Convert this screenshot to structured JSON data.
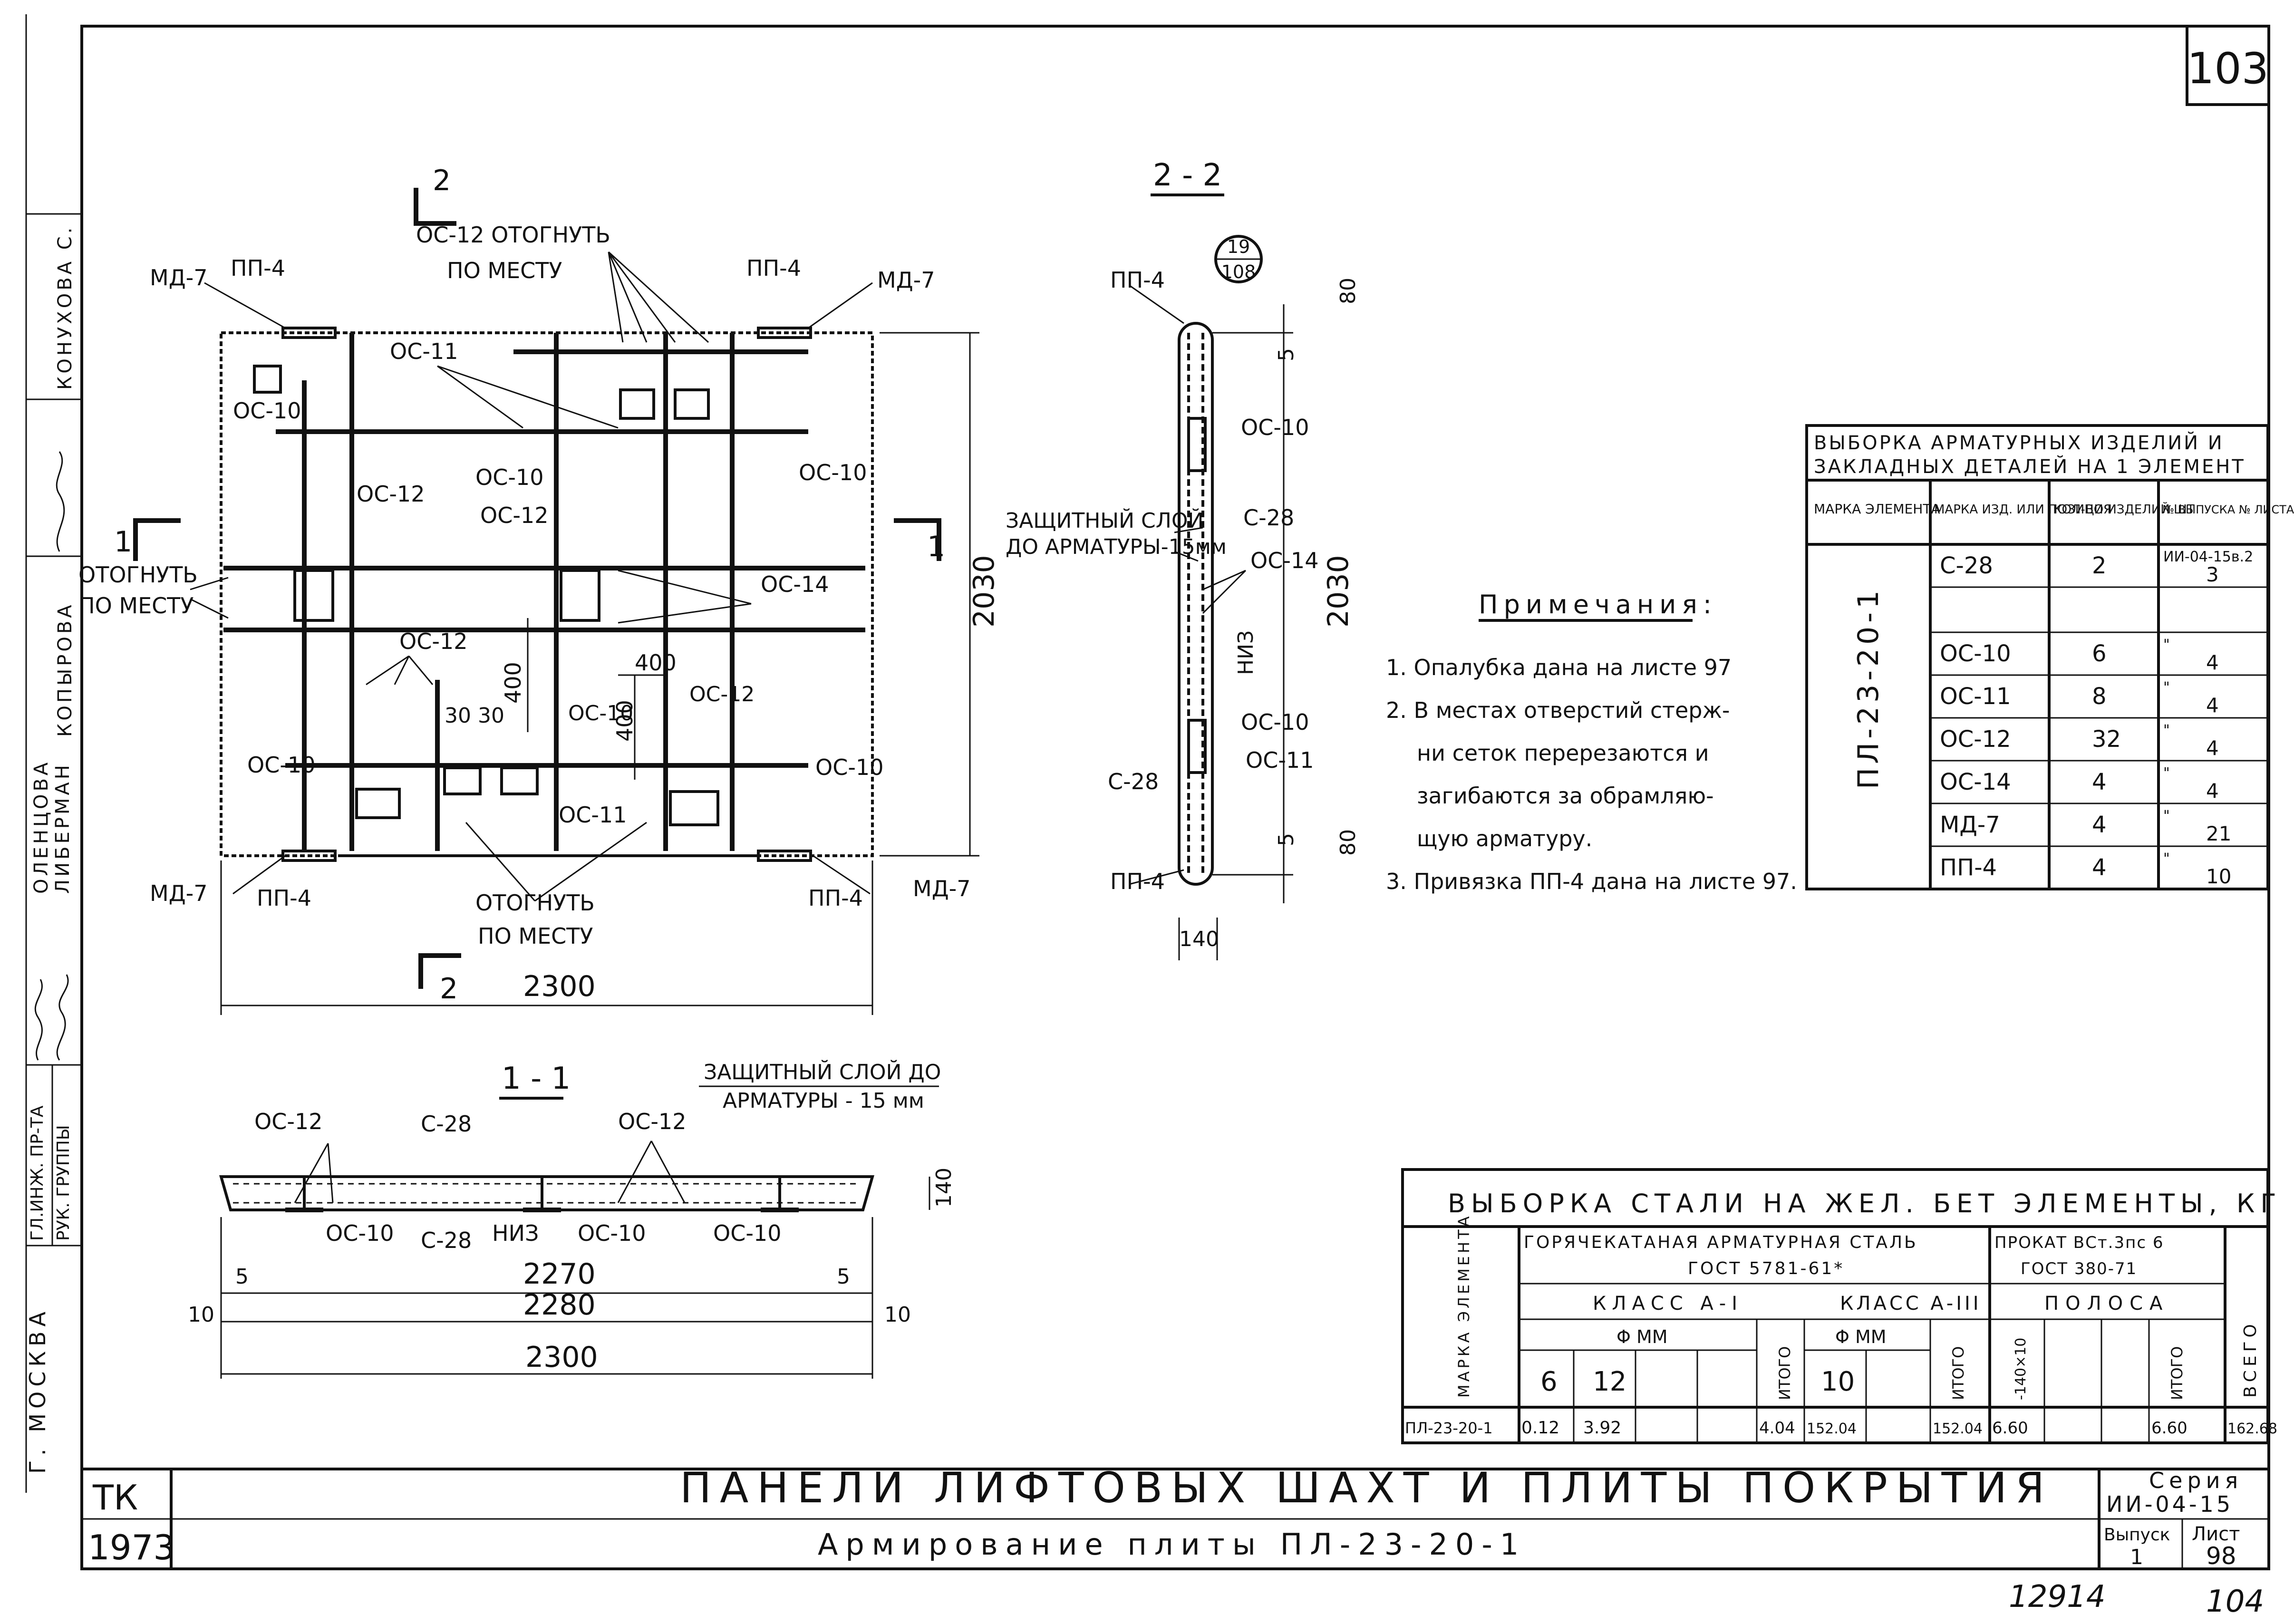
{
  "sheet": {
    "page_number_top": "103",
    "handwritten_bottom_number": "12914",
    "handwritten_bottom_page": "104"
  },
  "left_stamp": {
    "city": "Г. МОСКВА",
    "role_1": "ГЛ.ИНЖ. ПР-ТА",
    "role_2": "РУК. ГРУППЫ",
    "name_1": "ЛИБЕРМАН",
    "name_2": "ОЛЕНЦОВА",
    "name_3": "КОПЫРОВА",
    "name_4": "КОНУХОВА С."
  },
  "plan": {
    "section_mark_top": "2",
    "section_mark_bottom": "2",
    "section_mark_left": "1",
    "section_mark_right": "1",
    "labels": {
      "md7_tl": "МД-7",
      "pp4_tl": "ПП-4",
      "pp4_tr": "ПП-4",
      "md7_tr": "МД-7",
      "oc12_bend": "ОС-12 ОТОГНУТЬ",
      "po_mestu_top": "ПО МЕСТУ",
      "oc11_top": "ОС-11",
      "oc10_l": "ОС-10",
      "oc10_mid": "ОС-10",
      "oc10_r": "ОС-10",
      "oc12_l": "ОС-12",
      "oc12_mid": "ОС-12",
      "bend_left": "ОТОГНУТЬ",
      "bend_left_2": "ПО МЕСТУ",
      "oc14": "ОС-14",
      "oc12_low": "ОС-12",
      "d400a": "400",
      "d400b": "400",
      "d400c": "400",
      "d30": "30 30",
      "oc10_low_l": "ОС-10",
      "oc10_low_mid": "ОС-10",
      "oc11_low": "ОС-11",
      "oc12_low_r": "ОС-12",
      "oc10_low_r": "ОС-10",
      "md7_bl": "МД-7",
      "pp4_bl": "ПП-4",
      "bend_bottom": "ОТОГНУТЬ",
      "po_mestu_bottom": "ПО МЕСТУ",
      "pp4_br": "ПП-4",
      "md7_br": "МД-7",
      "dim_2030": "2030",
      "dim_2300": "2300"
    }
  },
  "section_22": {
    "title": "2 - 2",
    "circle_top": "19",
    "circle_bottom": "108",
    "labels": {
      "pp4_top": "ПП-4",
      "dim80_top": "80",
      "dim5_top": "5",
      "oc10_a": "ОС-10",
      "cover": "ЗАЩИТНЫЙ СЛОЙ",
      "cover_2": "ДО АРМАТУРЫ-15мм",
      "c28": "С-28",
      "oc14": "ОС-14",
      "niz": "НИЗ",
      "dim_2030": "2030",
      "oc10_b": "ОС-10",
      "oc11": "ОС-11",
      "c28_l": "С-28",
      "dim5_bot": "5",
      "dim80_bot": "80",
      "pp4_bot": "ПП-4",
      "dim140": "140"
    }
  },
  "section_11": {
    "title": "1 - 1",
    "cover": "ЗАЩИТНЫЙ СЛОЙ ДО",
    "cover_2": "АРМАТУРЫ - 15 мм",
    "labels": {
      "oc12_l": "ОС-12",
      "c28": "С-28",
      "oc12_r": "ОС-12",
      "dim140": "140",
      "oc10_l": "ОС-10",
      "c28_b": "С-28",
      "niz": "НИЗ",
      "oc10_m": "ОС-10",
      "oc10_r": "ОС-10",
      "d5l": "5",
      "d2270": "2270",
      "d5r": "5",
      "d10l": "10",
      "d2280": "2280",
      "d10r": "10",
      "d2300": "2300"
    }
  },
  "notes": {
    "title": "Примечания:",
    "items": [
      "1. Опалубка дана на листе 97",
      "2. В местах отверстий стерж-",
      "ни сеток перерезаются и",
      "загибаются за обрамляю-",
      "щую арматуру.",
      "3. Привязка ПП-4 дана на листе 97."
    ]
  },
  "armature_table": {
    "title_1": "ВЫБОРКА АРМАТУРНЫХ ИЗДЕЛИЙ И",
    "title_2": "ЗАКЛАДНЫХ ДЕТАЛЕЙ НА 1 ЭЛЕМЕНТ",
    "headers": [
      "МАРКА ЭЛЕМЕНТА",
      "МАРКА ИЗД. ИЛИ ПОЗИЦИЯ",
      "КОЛ-ВО ИЗДЕЛИЙ ШТ",
      "№ ВЫПУСКА № ЛИСТА"
    ],
    "element": "ПЛ-23-20-1",
    "rows": [
      {
        "mark": "С-28",
        "qty": "2",
        "ref_top": "ИИ-04-15в.2",
        "ref_bottom": "3"
      },
      {
        "mark": "",
        "qty": "",
        "ref_top": "",
        "ref_bottom": ""
      },
      {
        "mark": "ОС-10",
        "qty": "6",
        "ref_top": "\"",
        "ref_bottom": "4"
      },
      {
        "mark": "ОС-11",
        "qty": "8",
        "ref_top": "\"",
        "ref_bottom": "4"
      },
      {
        "mark": "ОС-12",
        "qty": "32",
        "ref_top": "\"",
        "ref_bottom": "4"
      },
      {
        "mark": "ОС-14",
        "qty": "4",
        "ref_top": "\"",
        "ref_bottom": "4"
      },
      {
        "mark": "МД-7",
        "qty": "4",
        "ref_top": "\"",
        "ref_bottom": "21"
      },
      {
        "mark": "ПП-4",
        "qty": "4",
        "ref_top": "\"",
        "ref_bottom": "10"
      }
    ]
  },
  "steel_table": {
    "title": "ВЫБОРКА СТАЛИ НА ЖЕЛ. БЕТ ЭЛЕМЕНТЫ, КГ",
    "col_mark": "МАРКА ЭЛЕМЕНТА",
    "group_hot": "ГОРЯЧЕКАТАНАЯ АРМАТУРНАЯ СТАЛЬ",
    "group_hot_2": "ГОСТ 5781-61*",
    "group_rolled": "ПРОКАТ ВСт.3пс 6",
    "group_rolled_2": "ГОСТ 380-71",
    "class_1": "КЛАСС А-I",
    "class_2": "КЛАСС А-III",
    "strip": "ПОЛОСА",
    "phi_1": "Φ ММ",
    "phi_2": "Φ ММ",
    "d6": "6",
    "d12": "12",
    "d10": "10",
    "total_1": "ИТОГО",
    "total_2": "ИТОГО",
    "total_3": "ИТОГО",
    "strip_size": "-140×10",
    "grand": "ВСЕГО",
    "row": {
      "mark": "ПЛ-23-20-1",
      "v6": "0.12",
      "v12": "3.92",
      "it1": "4.04",
      "v10": "152.04",
      "it2": "152.04",
      "strip": "6.60",
      "it3": "6.60",
      "total": "162.68"
    }
  },
  "title_block": {
    "code": "ТК",
    "year": "1973",
    "main_title": "ПАНЕЛИ ЛИФТОВЫХ ШАХТ И ПЛИТЫ ПОКРЫТИЯ",
    "sub_title": "Армирование плиты ПЛ-23-20-1",
    "series_label": "Серия",
    "series": "ИИ-04-15",
    "issue_label": "Выпуск",
    "issue": "1",
    "sheet_label": "Лист",
    "sheet": "98"
  }
}
